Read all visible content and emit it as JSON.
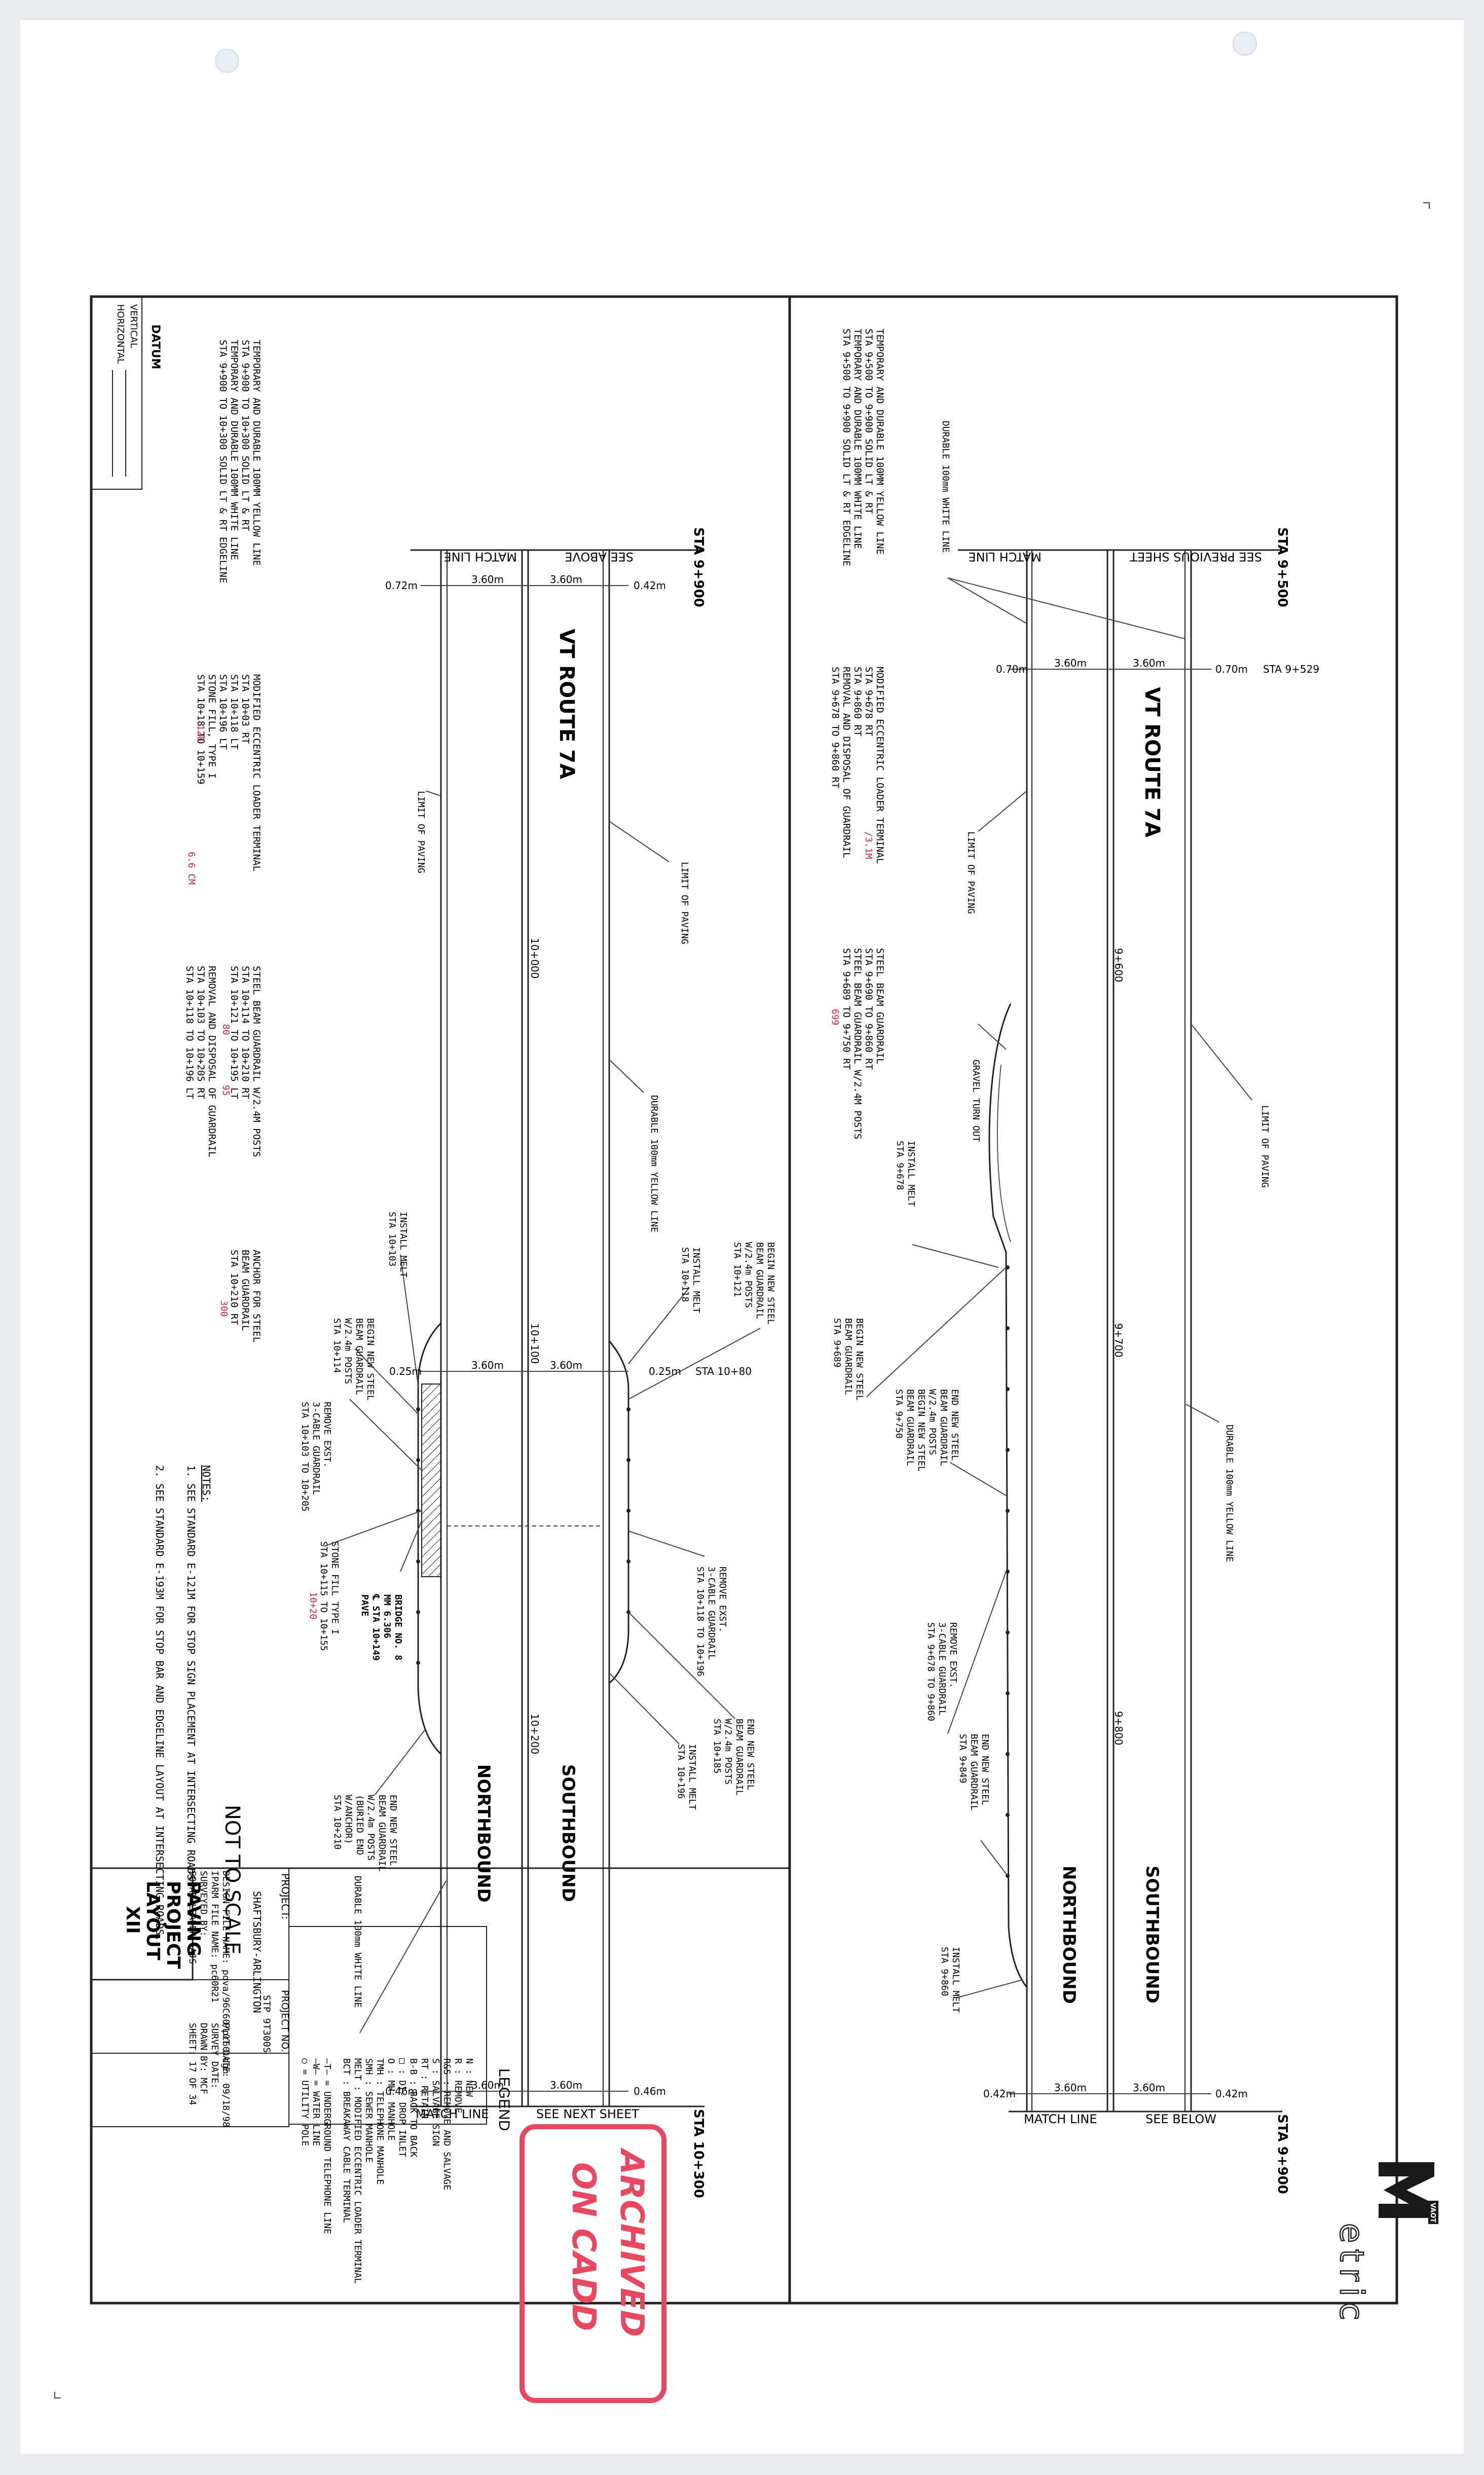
{
  "logo": {
    "word": "etric",
    "badge": "VAOT"
  },
  "stamp": {
    "line1": "ARCHIVED",
    "line2": "ON CADD"
  },
  "legend": {
    "title": "LEGEND",
    "items": [
      "N : NEW",
      "R : REMOVE",
      "R&S : REMOVE AND SALVAGE",
      "S : SALVAGE SIGN",
      "RT : RETAIN",
      "B-B : BACK TO BACK",
      "□ : DI- DROP INLET",
      "O : MH- MANHOLE",
      "TMH : TELEPHONE MANHOLE",
      "SMH : SEWER MANHOLE",
      "MELT : MODIFIED ECCENTRIC LOADER TERMINAL",
      "BCT : BREAKAWAY CABLE TERMINAL",
      "—T— = UNDERGROUND TELEPHONE LINE",
      "—W— = WATER LINE",
      "○ = UTILITY POLE"
    ]
  },
  "title_block": {
    "not_to_scale": "NOT TO SCALE",
    "project_label": "PROJECT:",
    "project_name": "SHAFTSBURY-ARLINGTON",
    "project_no_label": "PROJECT NO.",
    "project_no": "STP 9T300S",
    "layout_title": [
      "PAVING",
      "PROJECT",
      "LAYOUT",
      "XII"
    ],
    "design_file": "DESIGN FILE NAME: pova/96C60/pc60.dgn",
    "iparm_file": "IPARM FILE NAME: pc60R21",
    "surveyed": "SURVEYED BY:",
    "squad": "SQUAD LEADER: AJS",
    "plot_date": "PLOT DATE: 09/18/98",
    "survey_date": "SURVEY DATE:",
    "drawn_by": "DRAWN BY: MCF",
    "sheet": "SHEET:  17  OF  34"
  },
  "datum": {
    "label": "DATUM",
    "vertical": "VERTICAL",
    "horizontal": "HORIZONTAL"
  },
  "notes": {
    "title": "NOTES:",
    "n1": "1. SEE STANDARD E-121M FOR STOP SIGN PLACEMENT AT INTERSECTING ROADS.",
    "n2": "2. SEE STANDARD E-193M FOR STOP BAR AND EDGELINE LAYOUT AT INTERSECTING ROADS."
  },
  "top_panel": {
    "route": "VT ROUTE 7A",
    "southbound": "SOUTHBOUND",
    "northbound": "NORTHBOUND",
    "sta_start": "STA 9+500",
    "sta_end": "STA 9+900",
    "match_line": "MATCH LINE",
    "see_top": "SEE PREVIOUS SHEET",
    "see_bottom": "SEE BELOW",
    "dims": [
      "0.70m",
      "3.60m",
      "3.60m",
      "0.70m",
      "0.42m",
      "3.60m",
      "3.60m",
      "0.42m"
    ],
    "sta_9529": "STA 9+529",
    "stations": [
      "9+600",
      "9+700",
      "9+800"
    ],
    "durable_white": "DURABLE 100mm WHITE LINE",
    "durable_yellow": "DURABLE 100mm YELLOW LINE",
    "limit_paving": "LIMIT OF PAVING",
    "gravel": "GRAVEL TURN OUT",
    "q1": [
      "TEMPORARY AND DURABLE 100MM YELLOW LINE",
      "STA 9+500 TO 9+900 SOLID LT & RT",
      "TEMPORARY AND DURABLE 100MM WHITE LINE",
      "STA 9+500 TO 9+900 SOLID LT & RT EDGELINE"
    ],
    "q2": [
      "MODIFIED ECCENTRIC LOADER TERMINAL",
      "STA 9+678 RT",
      "STA 9+860 RT",
      "REMOVAL AND DISPOSAL OF GUARDRAIL",
      "STA 9+678 TO 9+860 RT"
    ],
    "q3": [
      "STEEL BEAM GUARDRAIL",
      "STA 9+690 TO 9+860 RT",
      "STEEL BEAM GUARDRAIL W/2.4M POSTS",
      "STA 9+689 TO 9+750 RT"
    ],
    "melt1": [
      "INSTALL MELT",
      "STA 9+678"
    ],
    "begin": [
      "BEGIN NEW STEEL",
      "BEAM GUARDRAIL",
      "STA 9+689"
    ],
    "end1": [
      "END NEW STEEL",
      "BEAM GUARDRAIL",
      "W/2.4m POSTS",
      "BEGIN NEW STEEL",
      "BEAM GUARDRAIL",
      "STA 9+750"
    ],
    "remove": [
      "REMOVE EXST.",
      "3-CABLE GUARDRAIL",
      "STA 9+678 TO 9+860"
    ],
    "end2": [
      "END NEW STEEL",
      "BEAM GUARDRAIL",
      "STA 9+849"
    ],
    "melt2": [
      "INSTALL MELT",
      "STA 9+860"
    ]
  },
  "bottom_panel": {
    "route": "VT ROUTE 7A",
    "southbound": "SOUTHBOUND",
    "northbound": "NORTHBOUND",
    "sta_start": "STA 9+900",
    "sta_end": "STA 10+300",
    "match_line": "MATCH LINE",
    "see_top": "SEE ABOVE",
    "see_bottom": "SEE NEXT SHEET",
    "dims": [
      "0.72m",
      "3.60m",
      "3.60m",
      "0.42m",
      "0.46m",
      "3.60m",
      "3.60m",
      "0.46m"
    ],
    "mid_dims": [
      "0.25m",
      "3.60m",
      "3.60m",
      "0.25m"
    ],
    "sta_1080": "STA 10+80",
    "stations": [
      "10+000",
      "10+100",
      "10+200"
    ],
    "durable_yellow": "DURABLE 100mm YELLOW LINE",
    "durable_white": "DURABLE 100mm WHITE LINE",
    "limit_paving": "LIMIT OF PAVING",
    "q1": [
      "TEMPORARY AND DURABLE 100MM YELLOW LINE",
      "STA 9+900 TO 10+300 SOLID LT & RT",
      "TEMPORARY AND DURABLE 100MM WHITE LINE",
      "STA 9+900 TO 10+300 SOLID LT & RT EDGELINE"
    ],
    "q2": [
      "MODIFIED ECCENTRIC LOADER TERMINAL",
      "STA 10+03 RT",
      "STA 10+118 LT",
      "STA 10+196 LT",
      "STONE FILL, TYPE I",
      "STA 10+18 TO 10+159"
    ],
    "q3": [
      "STEEL BEAM GUARDRAIL W/2.4M POSTS",
      "STA 10+114 TO 10+210 RT",
      "STA 10+121 TO 10+195 LT",
      "REMOVAL AND DISPOSAL OF GUARDRAIL",
      "STA 10+103 TO 10+205 RT",
      "STA 10+118 TO 10+196 LT"
    ],
    "anchor": [
      "ANCHOR FOR STEEL",
      "BEAM GUARDRAIL",
      "STA 10+210 RT"
    ],
    "melt1": [
      "INSTALL MELT",
      "STA 10+103"
    ],
    "melt2": [
      "INSTALL MELT",
      "STA 10+118"
    ],
    "begin1": [
      "BEGIN NEW STEEL",
      "BEAM GUARDRAIL",
      "W/2.4m POSTS",
      "STA 10+114"
    ],
    "begin2": [
      "BEGIN NEW STEEL",
      "BEAM GUARDRAIL",
      "W/2.4m POSTS",
      "STA 10+121"
    ],
    "remove1": [
      "REMOVE EXST.",
      "3-CABLE GUARDRAIL",
      "STA 10+103 TO 10+205"
    ],
    "remove2": [
      "REMOVE EXST.",
      "3-CABLE GUARDRAIL",
      "STA 10+118 TO 10+196"
    ],
    "bridge": [
      "BRIDGE NO. 8",
      "MM 6.306",
      "℄ STA 10+149",
      "PAVE"
    ],
    "stone": [
      "STONE FILL TYPE I",
      "STA 10+115 TO 10+155"
    ],
    "end1": [
      "END NEW STEEL",
      "BEAM GUARDRAIL",
      "W/2.4m POSTS",
      "STA 10+185"
    ],
    "melt3": [
      "INSTALL MELT",
      "STA 10+196"
    ],
    "end2": [
      "END NEW STEEL",
      "BEAM GUARDRAIL",
      "W/2.4m POSTS",
      "(BURIED END",
      "W/ANCHOR)",
      "STA 10+210"
    ]
  },
  "redlines": [
    "120",
    "6.6 CM",
    "80",
    "95",
    "300",
    "10+20",
    "699",
    "/3.1M"
  ]
}
